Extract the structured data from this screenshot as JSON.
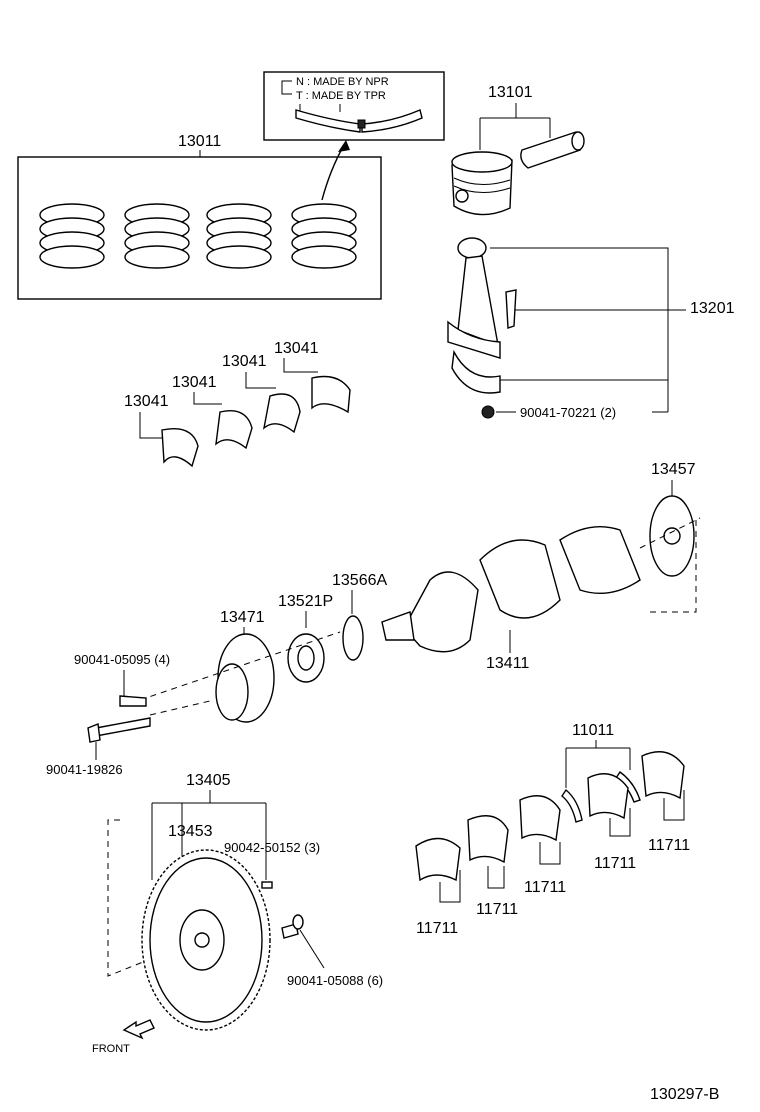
{
  "legend": {
    "line_n": "N : MADE  BY  NPR",
    "line_t": "T : MADE  BY  TPR"
  },
  "labels": {
    "piston_ring_set": "13011",
    "piston": "13101",
    "connecting_rod": "13201",
    "rod_nut": "90041-70221 (2)",
    "bearing_1": "13041",
    "bearing_2": "13041",
    "bearing_3": "13041",
    "bearing_4": "13041",
    "crank_plate": "13457",
    "timing_plate": "13566A",
    "crank_gear": "13521P",
    "pulley": "13471",
    "crankshaft": "13411",
    "pulley_bolt_small": "90041-05095 (4)",
    "pulley_bolt_long": "90041-19826",
    "flywheel_assy": "13405",
    "ring_gear": "13453",
    "pin": "90042-50152 (3)",
    "flywheel_bolt": "90041-05088 (6)",
    "main_bearing_set": "11011",
    "main_bearing_1": "11711",
    "main_bearing_2": "11711",
    "main_bearing_3": "11711",
    "main_bearing_4": "11711",
    "main_bearing_5": "11711",
    "front": "FRONT",
    "diagram_code": "130297-B"
  }
}
